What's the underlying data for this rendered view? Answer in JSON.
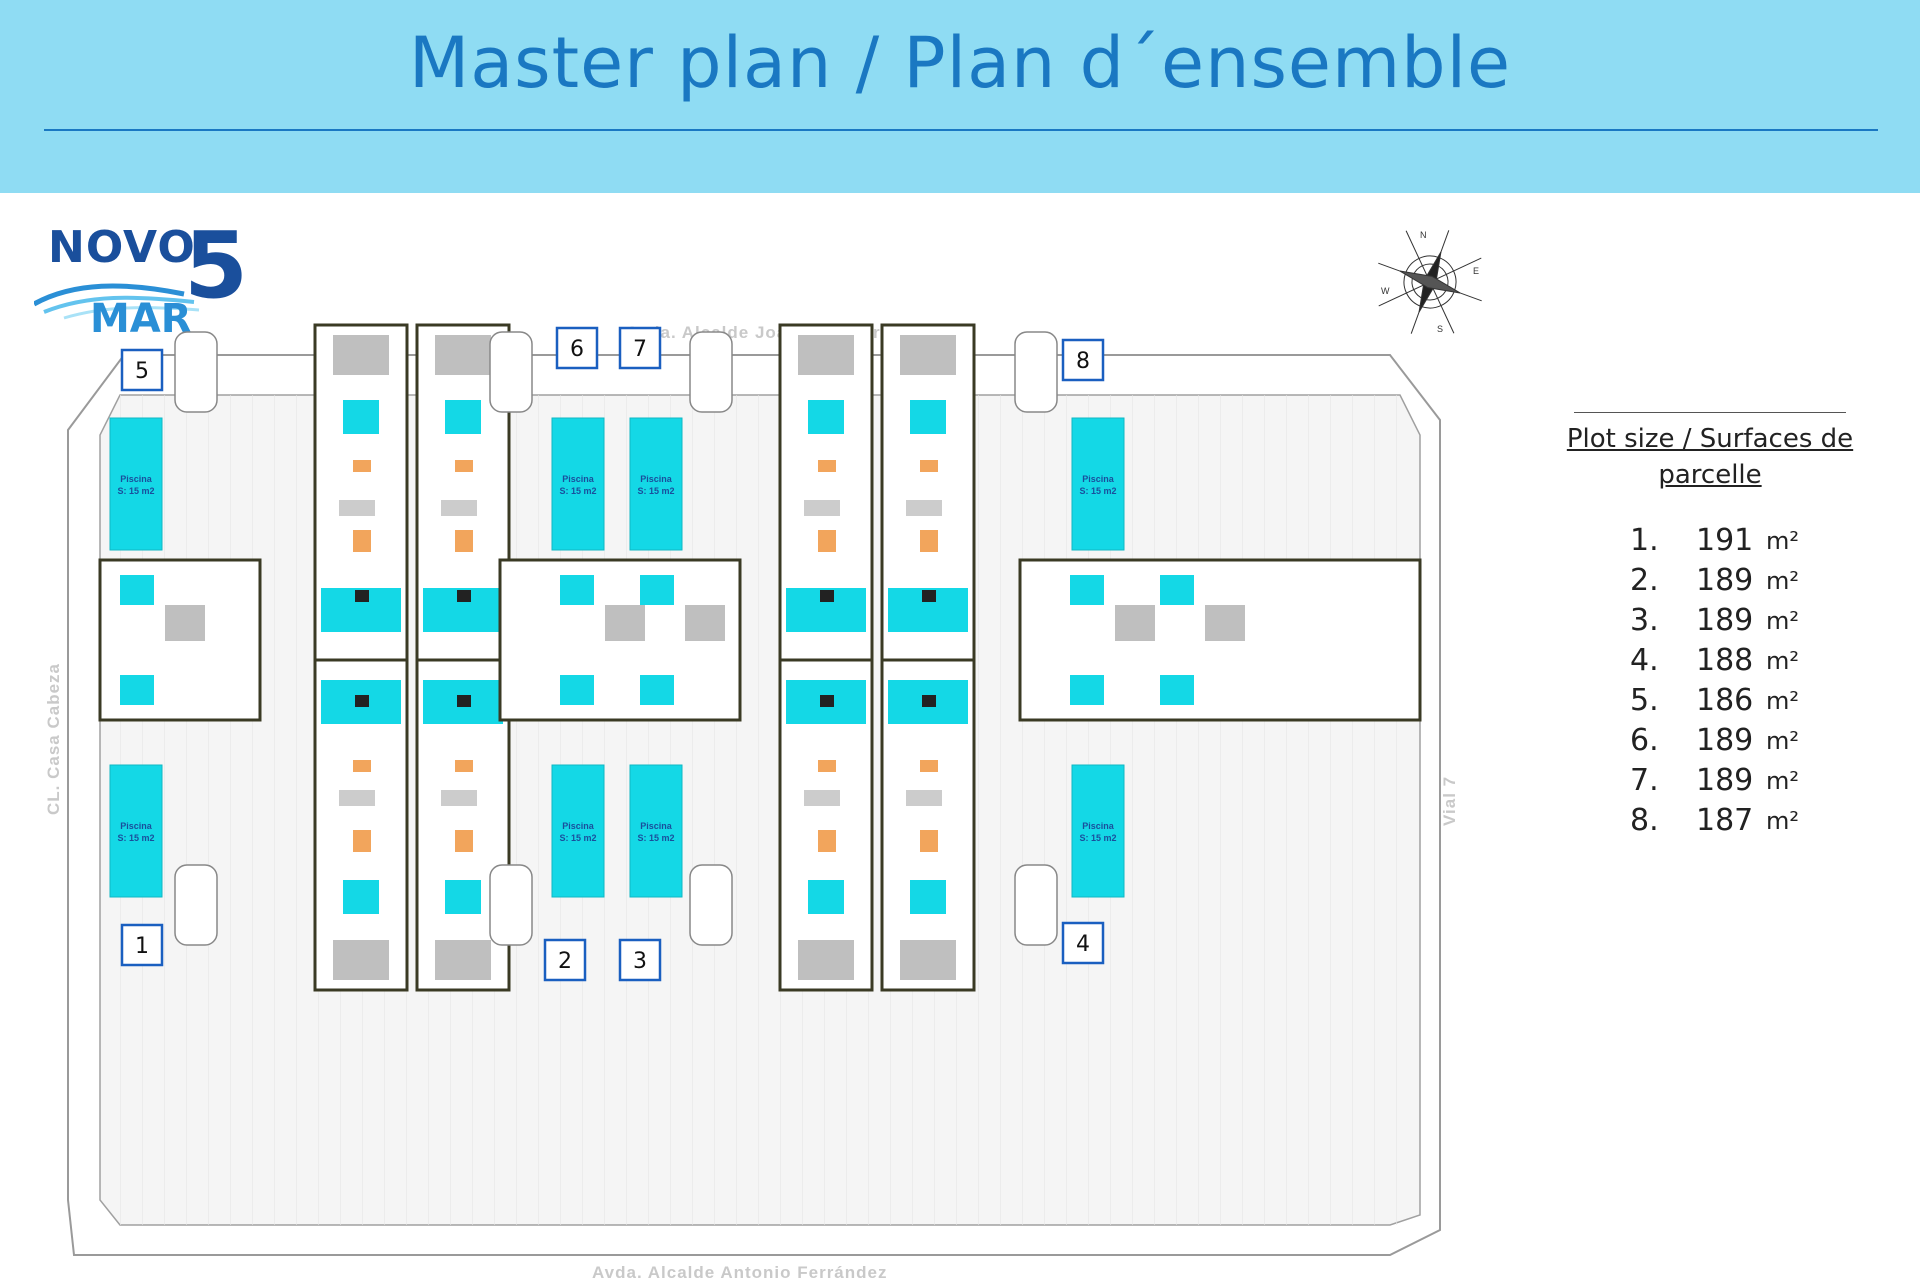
{
  "header": {
    "title": "Master plan / Plan d´ensemble"
  },
  "logo": {
    "word_top": "NOVO",
    "digit": "5",
    "word_bottom": "MAR"
  },
  "compass": {
    "n": "N",
    "e": "E",
    "s": "S",
    "w": "W"
  },
  "streets": {
    "top": "Avda. Alcalde Joaquin Alberca",
    "bottom": "Avda. Alcalde Antonio Ferrández",
    "left": "CL. Casa Cabeza",
    "right": "Vial 7"
  },
  "pool_label": "Piscina",
  "pool_area": "S: 15 m2",
  "plots": {
    "heading_line1": "Plot size / Surfaces de",
    "heading_line2": "parcelle",
    "items": [
      {
        "num": "1.",
        "value": "191",
        "unit": "m²"
      },
      {
        "num": "2.",
        "value": "189",
        "unit": "m²"
      },
      {
        "num": "3.",
        "value": "189",
        "unit": "m²"
      },
      {
        "num": "4.",
        "value": "188",
        "unit": "m²"
      },
      {
        "num": "5.",
        "value": "186",
        "unit": "m²"
      },
      {
        "num": "6.",
        "value": "189",
        "unit": "m²"
      },
      {
        "num": "7.",
        "value": "189",
        "unit": "m²"
      },
      {
        "num": "8.",
        "value": "187",
        "unit": "m²"
      }
    ]
  },
  "plot_numbers": [
    "1",
    "2",
    "3",
    "4",
    "5",
    "6",
    "7",
    "8"
  ],
  "colors": {
    "header_bg": "#8fdcf3",
    "title": "#1a78c2",
    "pool": "#14d8e6",
    "label_box": "#1a5fc0",
    "wall": "#3a3a24"
  }
}
